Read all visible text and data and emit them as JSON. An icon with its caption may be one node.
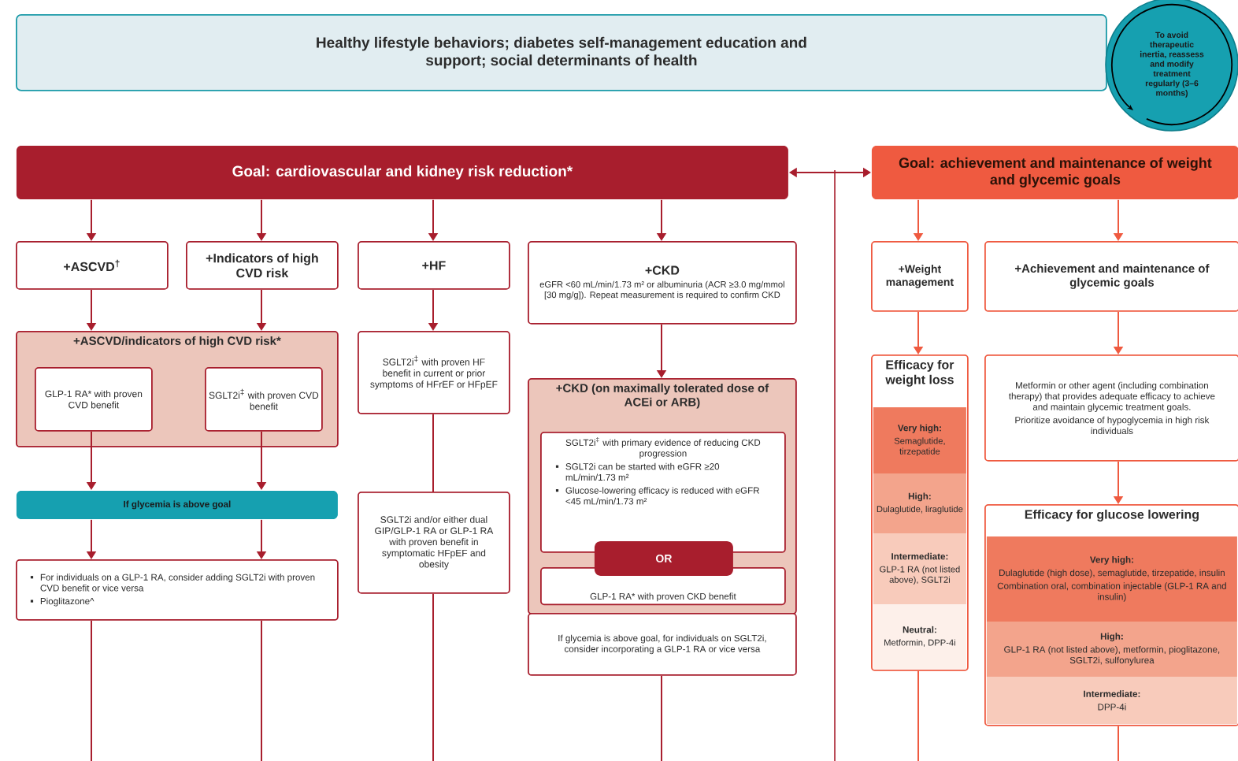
{
  "diagram": {
    "nodes": [
      {
        "text": [
          "Healthy lifestyle behaviors; diabetes self-management education and support; social determinants of health"
        ]
      },
      {
        "text": [
          "To avoid therapeutic inertia, reassess and modify treatment regularly (3–6 months)"
        ]
      },
      {
        "text": [
          "Goal: cardiovascular and kidney risk reduction*"
        ]
      },
      {
        "text": [
          "Goal: achievement and maintenance of weight and glycemic goals"
        ]
      },
      {
        "text": [
          "+ASCVD$^{†}$"
        ]
      },
      {
        "text": [
          "+Indicators of high CVD risk"
        ]
      },
      {
        "text": [
          "+HF"
        ]
      },
      {
        "text": [
          "+CKD",
          "eGFR <60 mL/min/1.73 m² or albuminuria (ACR ≥3.0 mg/mmol [30 mg/g]). Repeat measurement is required to confirm CKD"
        ]
      },
      {
        "text": [
          "+ASCVD/indicators of high CVD risk*"
        ]
      },
      {
        "text": [
          "GLP-1 RA* with proven CVD benefit"
        ],
        "in": 8
      },
      {
        "text": [
          "SGLT2i$^{‡}$ with proven CVD benefit"
        ],
        "in": 8
      },
      {
        "text": [
          "SGLT2i$^{‡}$ with proven HF benefit in current or prior symptoms of HFrEF or HFpEF"
        ]
      },
      {
        "text": [
          "If glycemia is above goal"
        ]
      },
      {
        "text": [
          "For individuals on a GLP-1 RA, consider adding SGLT2i with proven CVD benefit or vice versa",
          "Pioglitazone^"
        ]
      },
      {
        "text": [
          "SGLT2i and/or either dual GIP/GLP-1 RA or GLP-1 RA with proven benefit in symptomatic HFpEF and obesity"
        ]
      },
      {
        "text": [
          "+CKD (on maximally tolerated dose of ACEi or ARB)"
        ]
      },
      {
        "text": [
          "SGLT2i$^{‡}$ with primary evidence of reducing CKD progression",
          "SGLT2i can be started with eGFR ≥20 mL/min/1.73 m²",
          "Glucose-lowering efficacy is reduced with eGFR <45 mL/min/1.73 m²"
        ],
        "in": 15
      },
      {
        "text": [
          "OR"
        ],
        "in": 15
      },
      {
        "text": [
          "GLP-1 RA* with proven CKD benefit"
        ],
        "in": 15
      },
      {
        "text": [
          "If glycemia is above goal, for individuals on SGLT2i, consider incorporating a GLP-1 RA or vice versa"
        ]
      },
      {
        "text": [
          "+Weight management"
        ]
      },
      {
        "text": [
          "+Achievement and maintenance of glycemic goals"
        ]
      },
      {
        "text": [
          "Efficacy for weight loss"
        ]
      },
      {
        "text": [
          "Very high:",
          "Semaglutide, tirzepatide"
        ],
        "in": 22
      },
      {
        "text": [
          "High:",
          "Dulaglutide, liraglutide"
        ],
        "in": 22
      },
      {
        "text": [
          "Intermediate:",
          "GLP-1 RA (not listed above), SGLT2i"
        ],
        "in": 22
      },
      {
        "text": [
          "Neutral:",
          "Metformin, DPP-4i"
        ],
        "in": 22
      },
      {
        "text": [
          "Metformin or other agent (including combination therapy) that provides adequate efficacy to achieve and maintain glycemic treatment goals.",
          "Prioritize avoidance of hypoglycemia in high risk individuals"
        ]
      },
      {
        "text": [
          "Efficacy for glucose lowering"
        ]
      },
      {
        "text": [
          "Very high:",
          "Dulaglutide (high dose), semaglutide, tirzepatide, insulin",
          "Combination oral, combination injectable (GLP-1 RA and insulin)"
        ],
        "in": 28
      },
      {
        "text": [
          "High:",
          "GLP-1 RA (not listed above), metformin, pioglitazone, SGLT2i, sulfonylurea"
        ],
        "in": 28
      },
      {
        "text": [
          "Intermediate:",
          "DPP-4i"
        ],
        "in": 28
      }
    ],
    "edges": [
      {
        "from": 2,
        "to": 3,
        "arrow": "both"
      },
      {
        "from": 2,
        "to": 4,
        "arrow": "to"
      },
      {
        "from": 2,
        "to": 5,
        "arrow": "to"
      },
      {
        "from": 2,
        "to": 6,
        "arrow": "to"
      },
      {
        "from": 2,
        "to": 7,
        "arrow": "to"
      },
      {
        "from": 4,
        "to": 8,
        "arrow": "to"
      },
      {
        "from": 5,
        "to": 8,
        "arrow": "to"
      },
      {
        "from": 6,
        "to": 11,
        "arrow": "to"
      },
      {
        "from": 7,
        "to": 15,
        "arrow": "to"
      },
      {
        "from": 9,
        "to": 12,
        "arrow": "to"
      },
      {
        "from": 10,
        "to": 12,
        "arrow": "to"
      },
      {
        "from": 12,
        "to": 13,
        "arrow": "to"
      },
      {
        "from": 12,
        "to": 13,
        "arrow": "to"
      },
      {
        "from": 13,
        "to": null,
        "arrow": "none"
      },
      {
        "from": 13,
        "to": null,
        "arrow": "none"
      },
      {
        "from": 11,
        "to": 14,
        "arrow": "none"
      },
      {
        "from": 14,
        "to": null,
        "arrow": "none"
      },
      {
        "from": 19,
        "to": null,
        "arrow": "none"
      },
      {
        "from": 3,
        "to": 20,
        "arrow": "to",
        "color": "#ef5a40"
      },
      {
        "from": 3,
        "to": 21,
        "arrow": "to",
        "color": "#ef5a40"
      },
      {
        "from": 20,
        "to": 22,
        "arrow": "to",
        "color": "#ef5a40"
      },
      {
        "from": 21,
        "to": 27,
        "arrow": "to",
        "color": "#ef5a40"
      },
      {
        "from": 27,
        "to": 28,
        "arrow": "to",
        "color": "#ef5a40"
      },
      {
        "from": 22,
        "to": null,
        "arrow": "none",
        "color": "#ef5a40"
      },
      {
        "from": 28,
        "to": null,
        "arrow": "none",
        "color": "#ef5a40"
      }
    ]
  }
}
